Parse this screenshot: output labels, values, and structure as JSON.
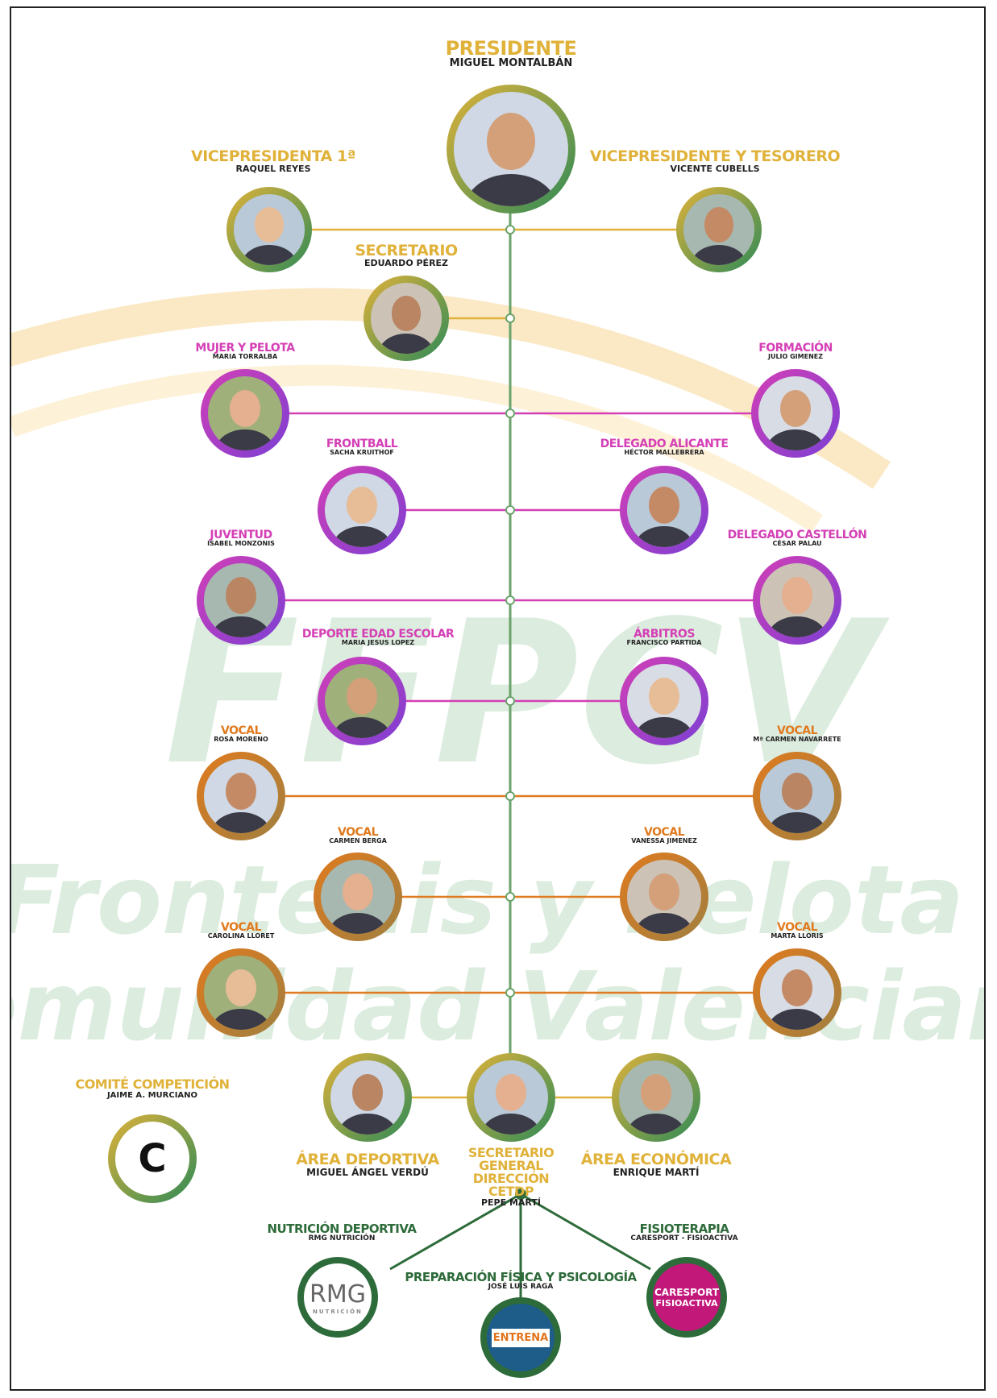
{
  "watermark": {
    "acronym": "FFPCV",
    "line1": "Frontenis y Pelota",
    "line2": "Comunidad Valenciana"
  },
  "colors": {
    "gold": "#e0b23a",
    "pink": "#d43fb5",
    "purple": "#7b3fd4",
    "orange": "#e07a1e",
    "green": "#2e8b57",
    "line_green": "#6aa26a"
  },
  "people": [
    {
      "role": "PRESIDENTE",
      "name": "MIGUEL MONTALBÁN"
    },
    {
      "role": "VICEPRESIDENTA 1ª",
      "name": "RAQUEL REYES"
    },
    {
      "role": "VICEPRESIDENTE Y TESORERO",
      "name": "VICENTE CUBELLS"
    },
    {
      "role": "SECRETARIO",
      "name": "EDUARDO PÉREZ"
    },
    {
      "role": "MUJER Y PELOTA",
      "name": "MARIA TORRALBA"
    },
    {
      "role": "FORMACIÓN",
      "name": "JULIO GIMENEZ"
    },
    {
      "role": "FRONTBALL",
      "name": "SACHA KRUITHOF"
    },
    {
      "role": "DELEGADO ALICANTE",
      "name": "HÉCTOR MALLEBRERA"
    },
    {
      "role": "JUVENTUD",
      "name": "ISABEL MONZONIS"
    },
    {
      "role": "DELEGADO CASTELLÓN",
      "name": "CÉSAR PALAU"
    },
    {
      "role": "DEPORTE EDAD ESCOLAR",
      "name": "MARIA JESUS LOPEZ"
    },
    {
      "role": "ÁRBITROS",
      "name": "FRANCISCO PARTIDA"
    },
    {
      "role": "VOCAL",
      "name": "ROSA MORENO"
    },
    {
      "role": "VOCAL",
      "name": "Mª CARMEN NAVARRETE"
    },
    {
      "role": "VOCAL",
      "name": "CARMEN BERGA"
    },
    {
      "role": "VOCAL",
      "name": "VANESSA JIMENEZ"
    },
    {
      "role": "VOCAL",
      "name": "CAROLINA LLORET"
    },
    {
      "role": "VOCAL",
      "name": "MARTA LLORIS"
    },
    {
      "role": "ÁREA DEPORTIVA",
      "name": "MIGUEL ÁNGEL VERDÚ"
    },
    {
      "role": "SECRETARIO GENERAL DIRECCIÓN CETDP",
      "name": "PEPE MARTÍ"
    },
    {
      "role": "ÁREA ECONÓMICA",
      "name": "ENRIQUE MARTÍ"
    },
    {
      "role": "COMITÉ COMPETICIÓN",
      "name": "JAIME A. MURCIANO"
    }
  ],
  "committee_letter": "C",
  "partners": [
    {
      "role": "NUTRICIÓN DEPORTIVA",
      "name": "RMG NUTRICIÓN",
      "logo_text": "RMG",
      "logo_sub": "NUTRICIÓN"
    },
    {
      "role": "PREPARACIÓN FÍSICA Y PSICOLOGÍA",
      "name": "JOSÉ LUIS RAGA",
      "logo_text": "ENTRENA"
    },
    {
      "role": "FISIOTERAPIA",
      "name": "CARESPORT - FISIOACTIVA",
      "logo_text": "CARESPORT",
      "logo_sub": "FISIOACTIVA"
    }
  ]
}
